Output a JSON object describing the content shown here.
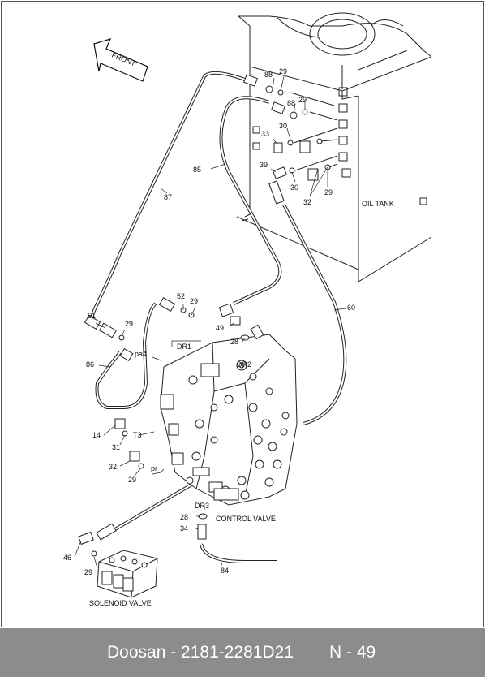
{
  "diagram": {
    "front_label": "FRONT",
    "oil_tank_label": "OIL TANK",
    "control_valve_label": "CONTROL VALVE",
    "solenoid_valve_label": "SOLENOID VALVE",
    "port_labels": {
      "pa4": "pa4",
      "dr1": "DR1",
      "dr2": "DR2",
      "dr3": "DR3",
      "t3": "T3",
      "pr": "pr"
    },
    "callouts": {
      "c88a": "88",
      "c29a": "29",
      "c88b": "88",
      "c29b": "29",
      "c30a": "30",
      "c33": "33",
      "c39": "39",
      "c30b": "30",
      "c32a": "32",
      "c29c": "29",
      "c85": "85",
      "c87": "87",
      "c52": "52",
      "c29d": "29",
      "c51": "51",
      "c29e": "29",
      "c49": "49",
      "c28a": "28",
      "c60": "60",
      "c86": "86",
      "c14": "14",
      "c31": "31",
      "c32b": "32",
      "c29f": "29",
      "c28b": "28",
      "c34": "34",
      "c46": "46",
      "c29g": "29",
      "c84": "84"
    }
  },
  "footer": {
    "title": "Doosan - 2181-2281D21",
    "page": "N - 49"
  }
}
